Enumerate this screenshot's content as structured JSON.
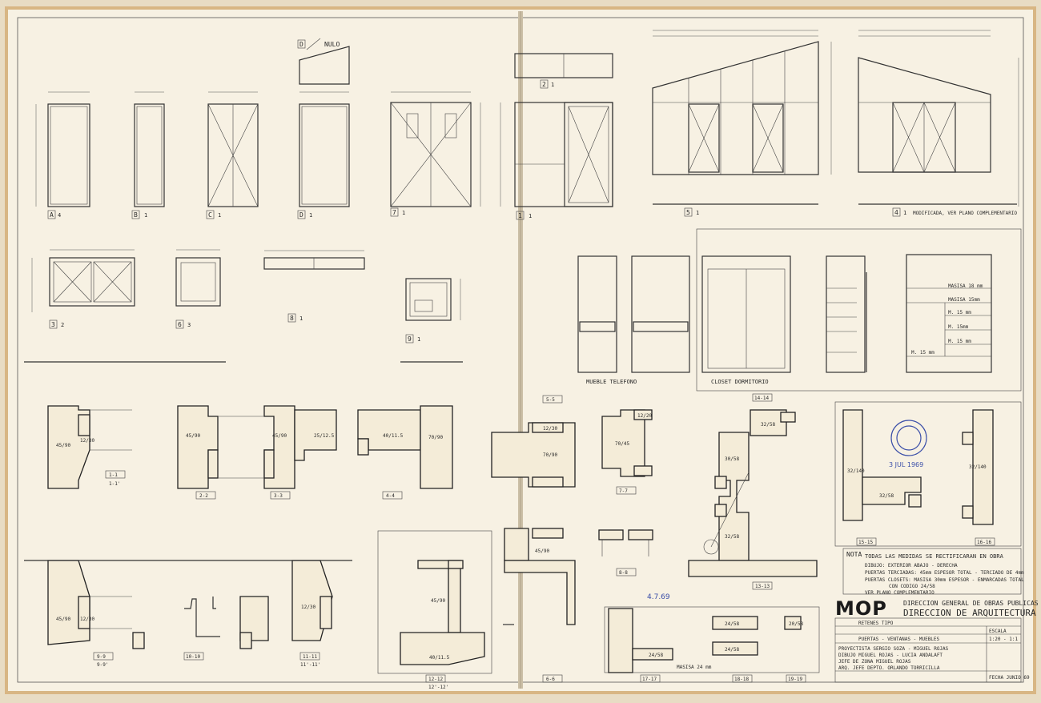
{
  "sheet": {
    "elevations": [
      {
        "id": "A",
        "scale": "4"
      },
      {
        "id": "B",
        "scale": "1"
      },
      {
        "id": "C",
        "scale": "1"
      },
      {
        "id": "D",
        "scale": "1"
      },
      {
        "id": "7",
        "scale": "1"
      },
      {
        "id": "2",
        "scale": "1"
      },
      {
        "id": "1",
        "scale": "1"
      },
      {
        "id": "5",
        "scale": "1"
      },
      {
        "id": "4",
        "scale": "1"
      },
      {
        "id": "3",
        "scale": "2"
      },
      {
        "id": "6",
        "scale": "3"
      },
      {
        "id": "8",
        "scale": "1"
      },
      {
        "id": "9",
        "scale": "1"
      }
    ],
    "top_label": "NULO",
    "elev4_note": "MODIFICADA, VER PLANO COMPLEMENTARIO",
    "furniture_labels": {
      "mueble": "MUEBLE TELEFONO",
      "closet": "CLOSET DORMITORIO",
      "detail": "14-14"
    },
    "shelf_labels": [
      "MASISA 18 mm",
      "MASISA 15mm",
      "M. 15 mm",
      "M. 15mm",
      "M. 15 mm",
      "M. 15 mm"
    ],
    "section_labels": [
      "1-1",
      "2-2",
      "3-3",
      "4-4",
      "5-5",
      "6-6",
      "7-7",
      "8-8",
      "9-9",
      "10-10",
      "11-11",
      "12-12",
      "13-13",
      "15-15",
      "16-16",
      "17-17",
      "18-18",
      "19-19"
    ],
    "section_sublabels": {
      "s1": "1-1'",
      "s9": "9-9'",
      "s11": "11'-11'",
      "s12": "12'-12'"
    },
    "dims_sample": [
      "45/90",
      "12/30",
      "45/90",
      "25/12.5",
      "40/11.5",
      "70/90",
      "12/30",
      "45/90",
      "70/45",
      "12/20",
      "30/58",
      "32/58",
      "32/140",
      "24/58",
      "20/58",
      "40/11.5",
      "MASISA 24 mm"
    ],
    "stamp_date": "3 JUL 1969",
    "handwriting": "4.7.69"
  },
  "notes": {
    "heading": "NOTA",
    "lines": [
      "TODAS LAS MEDIDAS SE RECTIFICARAN EN OBRA",
      "DIBUJO: EXTERIOR ABAJO - DERECHA",
      "PUERTAS TERCIADAS: 45mm ESPESOR TOTAL - TERCIADO DE 4mm",
      "PUERTAS CLOSETS: MASISA 30mm ESPESOR - ENMARCADAS TOTAL",
      "CON CODIGO 24/58",
      "VER PLANO COMPLEMENTARIO"
    ]
  },
  "title_block": {
    "logo": "MOP",
    "agency_1": "DIRECCION GENERAL DE OBRAS PUBLICAS",
    "agency_2": "DIRECCION DE ARQUITECTURA",
    "obra": "RETENES TIPO",
    "plano": "PUERTAS - VENTANAS - MUEBLES",
    "escala_label": "ESCALA",
    "escala": "1:20 - 1:1",
    "rows": [
      "PROYECTISTA SERGIO SOZA - MIGUEL ROJAS",
      "DIBUJO MIGUEL ROJAS - LUCIA ANDALAFT",
      "JEFE DE ZONA MIGUEL ROJAS",
      "ARQ. JEFE DEPTO. ORLANDO TORRICILLA"
    ],
    "fecha": "FECHA JUNIO 69"
  }
}
